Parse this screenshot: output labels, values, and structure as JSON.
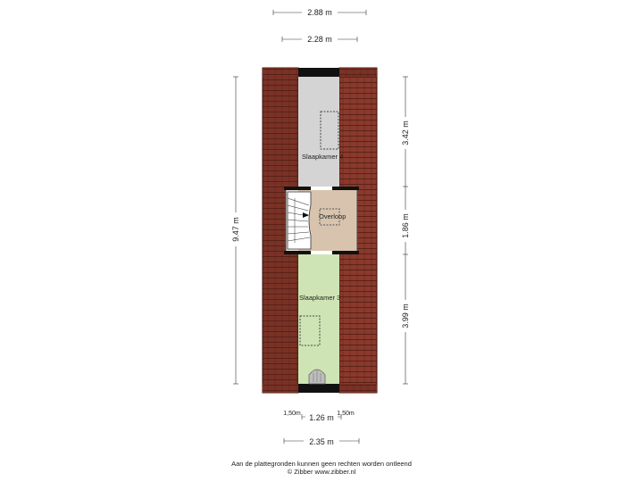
{
  "dimensions": {
    "top_outer": "2.88 m",
    "top_inner": "2.28 m",
    "left_total": "9.47 m",
    "right_top": "3.42 m",
    "right_middle": "1.86 m",
    "right_bottom": "3.99 m",
    "bottom_height_left": "1,50m",
    "bottom_inner": "1.26 m",
    "bottom_height_right": "1,50m",
    "bottom_outer": "2.35 m"
  },
  "rooms": {
    "bedroom_4": "Slaapkamer 4",
    "landing": "Overloop",
    "bedroom_3": "Slaapkamer 3"
  },
  "colors": {
    "roof_tile": "#7a3226",
    "bedroom_4_floor": "#d4d4d4",
    "landing_floor": "#d8c4ae",
    "bedroom_3_floor": "#cfe4b4",
    "wall": "#111111"
  },
  "footer": {
    "disclaimer": "Aan de plattegronden kunnen geen rechten worden ontleend",
    "copyright": "© Zibber www.zibber.nl"
  }
}
